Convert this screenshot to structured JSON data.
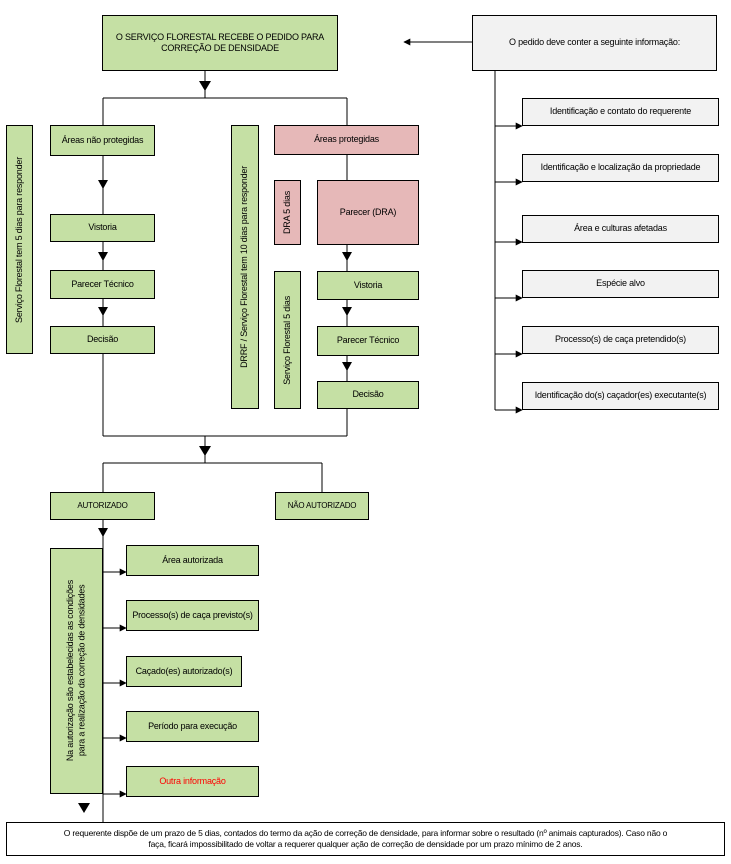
{
  "top": {
    "request_received": "O SERVIÇO FLORESTAL RECEBE O PEDIDO PARA CORREÇÃO DE DENSIDADE",
    "info_header": "O pedido deve conter a seguinte informação:"
  },
  "info_items": [
    "Identificação e contato do requerente",
    "Identificação e localização da propriedade",
    "Área e culturas afetadas",
    "Espécie alvo",
    "Processo(s) de caça pretendido(s)",
    "Identificação do(s) caçador(es) executante(s)"
  ],
  "left_branch": {
    "side_label": "Serviço Florestal tem 5 dias para responder",
    "title": "Áreas não protegidas",
    "steps": [
      "Vistoria",
      "Parecer Técnico",
      "Decisão"
    ]
  },
  "right_branch": {
    "side_label": "DRRF / Serviço Florestal tem 10 dias para responder",
    "title": "Áreas protegidas",
    "dra_label": "DRA 5 dias",
    "dra_opinion": "Parecer (DRA)",
    "sf_label": "Serviço Florestal 5 dias",
    "steps": [
      "Vistoria",
      "Parecer Técnico",
      "Decisão"
    ]
  },
  "outcomes": {
    "authorized": "AUTORIZADO",
    "not_authorized": "NÃO AUTORIZADO"
  },
  "authorization": {
    "side_label_line1": "Na autorização são estabelecidas as condições",
    "side_label_line2": "para a realização da correção de densidades",
    "conditions": [
      "Área autorizada",
      "Processo(s) de caça previsto(s)",
      "Caçado(es) autorizado(s)",
      "Período para execução",
      "Outra informação"
    ]
  },
  "footer": {
    "note_line1": "O requerente dispõe de um prazo de 5 dias, contados do termo da ação de correção de densidade, para informar sobre o resultado (nº animais capturados). Caso não o",
    "note_line2": "faça, ficará impossibilitado de voltar a requerer qualquer ação de correção de densidade por um prazo mínimo de 2 anos."
  },
  "colors": {
    "green": "#c5e0a4",
    "pink": "#e6b8b8",
    "gray": "#f2f2f2",
    "highlight_text": "#ff0000"
  }
}
